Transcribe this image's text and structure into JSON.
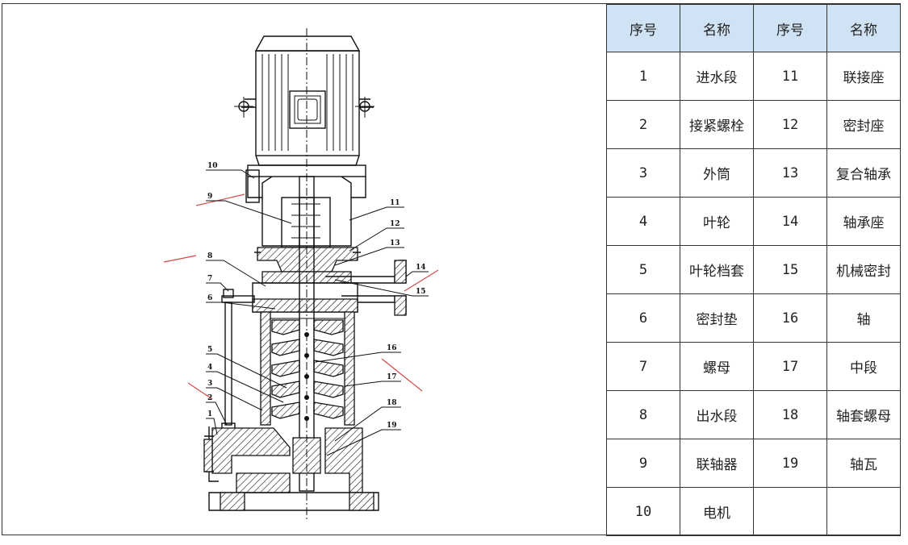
{
  "table": {
    "headers": [
      "序号",
      "名称",
      "序号",
      "名称"
    ],
    "rows": [
      [
        "1",
        "进水段",
        "11",
        "联接座"
      ],
      [
        "2",
        "接紧螺栓",
        "12",
        "密封座"
      ],
      [
        "3",
        "外筒",
        "13",
        "复合轴承"
      ],
      [
        "4",
        "叶轮",
        "14",
        "轴承座"
      ],
      [
        "5",
        "叶轮档套",
        "15",
        "机械密封"
      ],
      [
        "6",
        "密封垫",
        "16",
        "轴"
      ],
      [
        "7",
        "螺母",
        "17",
        "中段"
      ],
      [
        "8",
        "出水段",
        "18",
        "轴套螺母"
      ],
      [
        "9",
        "联轴器",
        "19",
        "轴瓦"
      ],
      [
        "10",
        "电机",
        "",
        ""
      ]
    ]
  },
  "drawing": {
    "callouts": [
      "1",
      "2",
      "3",
      "4",
      "5",
      "6",
      "7",
      "8",
      "9",
      "10",
      "11",
      "12",
      "13",
      "14",
      "15",
      "16",
      "17",
      "18",
      "19"
    ]
  },
  "colors": {
    "header_bg": "#cfe3f5",
    "line": "#111111",
    "accent_red": "#d64a4a"
  }
}
